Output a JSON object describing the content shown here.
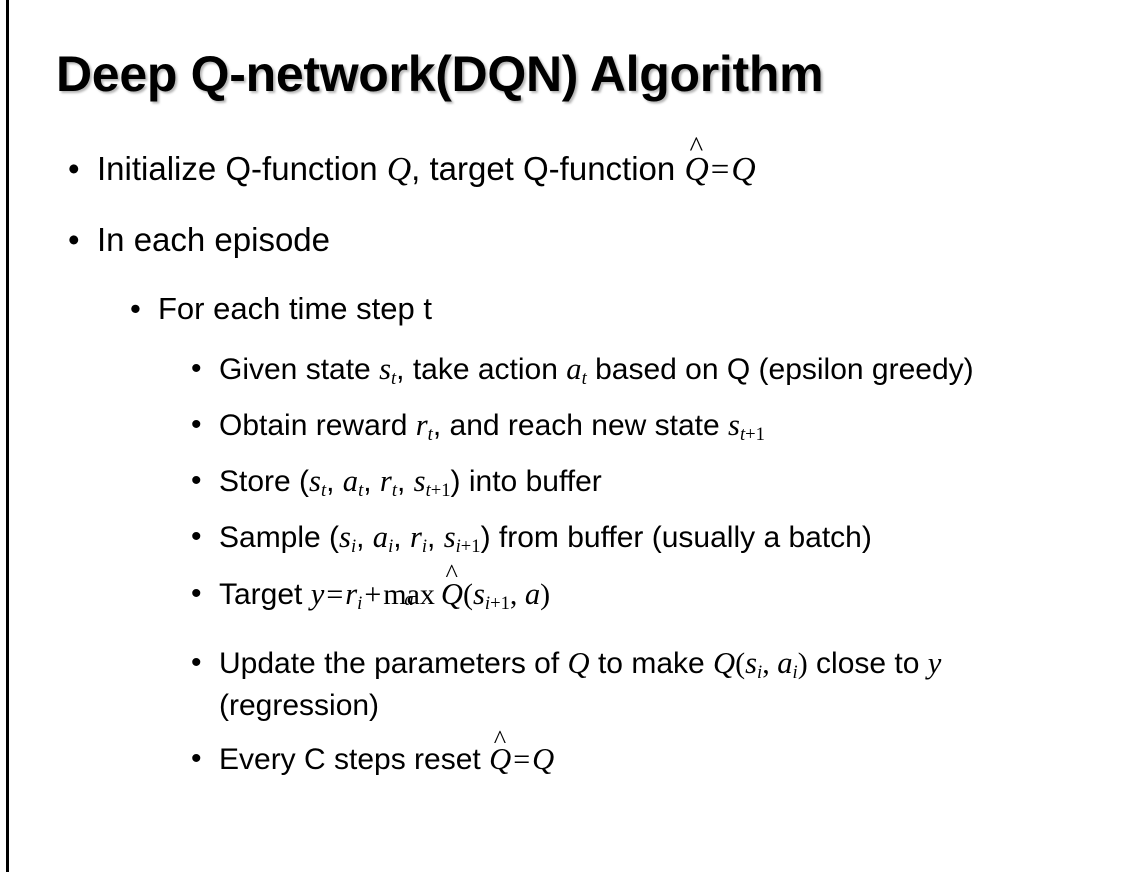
{
  "slide": {
    "title": "Deep Q-network(DQN) Algorithm",
    "background_color": "#ffffff",
    "text_color": "#000000",
    "left_rule_color": "#000000"
  },
  "bullets": {
    "initialize": {
      "pre": "Initialize Q-function ",
      "var_q1": "Q",
      "mid": ", target Q-function ",
      "var_qhat": "Q",
      "hat": "^",
      "equals": "=",
      "var_q2": "Q"
    },
    "in_each_episode": "In each episode",
    "for_each_time_step": "For each time step t",
    "given_state": {
      "p1": "Given state ",
      "s": "s",
      "s_sub": "t",
      "p2": ", take action ",
      "a": "a",
      "a_sub": "t",
      "p3": " based on Q (epsilon greedy)"
    },
    "obtain_reward": {
      "p1": "Obtain reward ",
      "r": "r",
      "r_sub": "t",
      "p2": ", and reach new state ",
      "s": "s",
      "s_sub": "t+1"
    },
    "store": {
      "p1": "Store (",
      "s1": "s",
      "s1_sub": "t",
      "c1": ", ",
      "a1": "a",
      "a1_sub": "t",
      "c2": ", ",
      "r1": "r",
      "r1_sub": "t",
      "c3": ", ",
      "s2": "s",
      "s2_sub": "t+1",
      "p2": ") into buffer"
    },
    "sample": {
      "p1": "Sample (",
      "s1": "s",
      "s1_sub": "i",
      "c1": ", ",
      "a1": "a",
      "a1_sub": "i",
      "c2": ", ",
      "r1": "r",
      "r1_sub": "i",
      "c3": ", ",
      "s2": "s",
      "s2_sub": "i+1",
      "p2": ") from buffer (usually a batch)"
    },
    "target": {
      "p1": "Target ",
      "y": "y",
      "eq": "=",
      "r": "r",
      "r_sub": "i",
      "plus": "+",
      "max": "max",
      "max_under": "a",
      "qhat": "Q",
      "hat": "^",
      "open": "(",
      "s": "s",
      "s_sub": "i+1",
      "comma": ", ",
      "a": "a",
      "close": ")"
    },
    "update": {
      "p1": "Update the parameters of ",
      "q1": "Q",
      "p2": " to make ",
      "q2": "Q",
      "open": "(",
      "s": "s",
      "s_sub": "i",
      "comma": ", ",
      "a": "a",
      "a_sub": "i",
      "close": ")",
      "p3": " close to ",
      "y": "y",
      "p4": " (regression)"
    },
    "every_c": {
      "p1": "Every C steps reset ",
      "qhat": "Q",
      "hat": "^",
      "eq": "=",
      "q": "Q"
    }
  },
  "icons": {
    "bullet_dot": "•"
  }
}
